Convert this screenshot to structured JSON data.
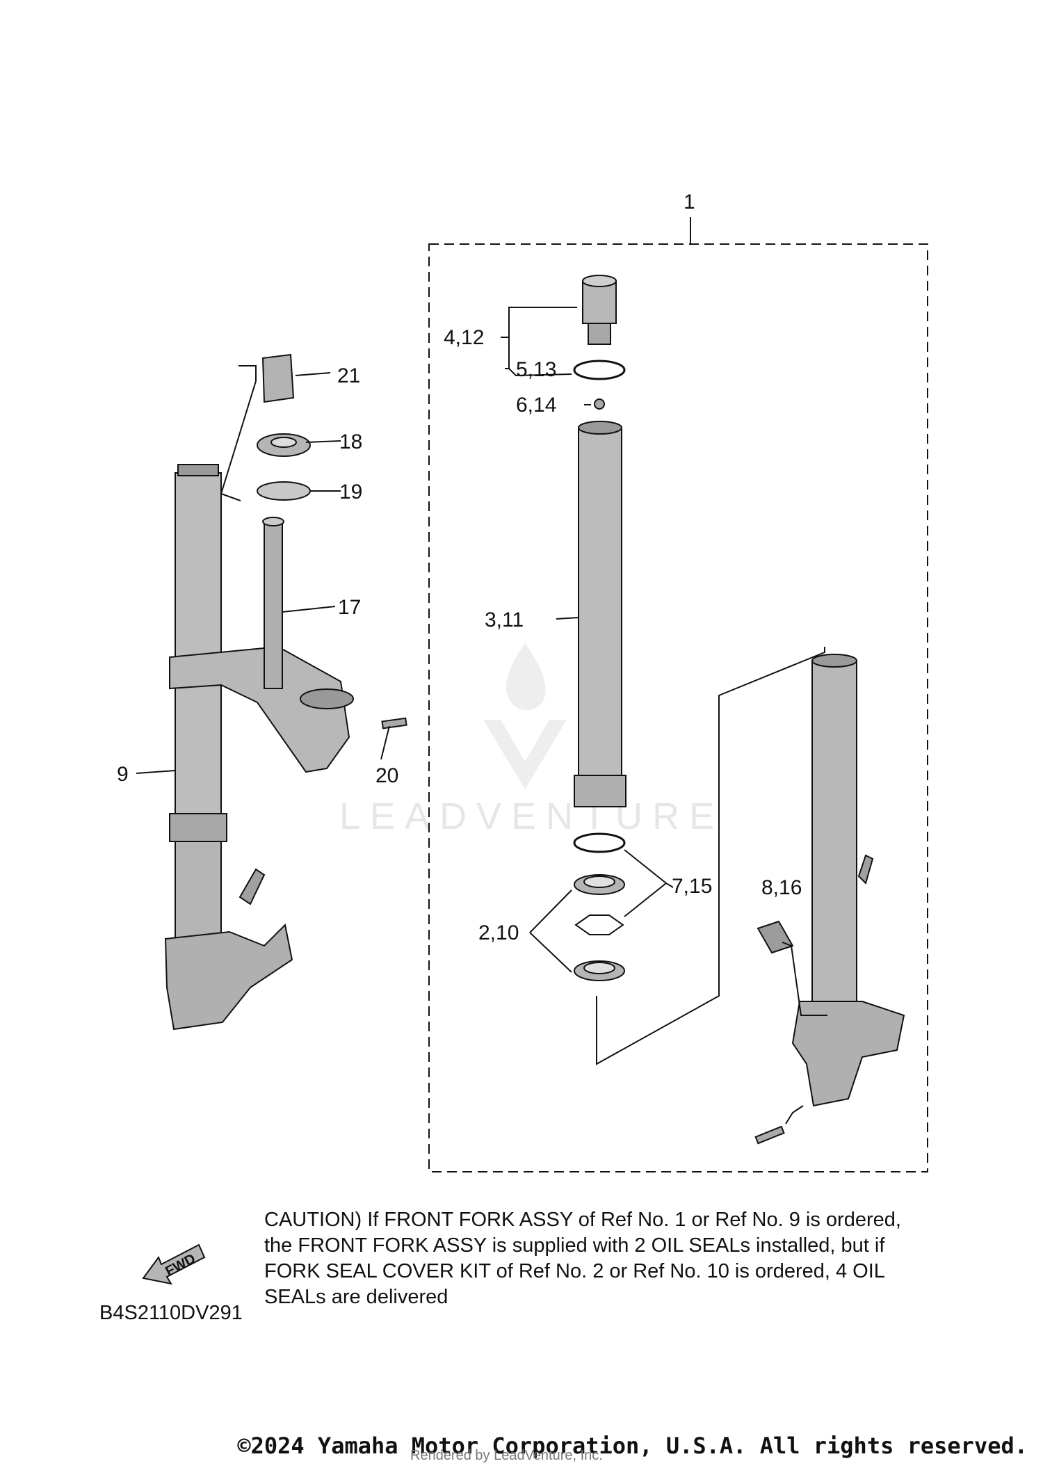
{
  "diagram": {
    "callouts": {
      "assy": "1",
      "cap": "4,12",
      "oring": "5,13",
      "nut": "6,14",
      "outer_tube": "3,11",
      "seal_kit": "2,10",
      "seals": "7,15",
      "label_plate": "8,16",
      "left_fork": "9",
      "stem": "17",
      "bearing_race": "18",
      "bearing": "19",
      "bolt": "20",
      "cover": "21"
    },
    "caution_lines": [
      "CAUTION) If FRONT FORK ASSY of Ref No. 1 or Ref No. 9 is ordered,",
      "the FRONT FORK ASSY is supplied with 2 OIL SEALs installed, but if",
      "FORK SEAL COVER KIT of Ref No. 2 or Ref No. 10 is ordered, 4 OIL",
      "SEALs are delivered"
    ],
    "fwd_label": "FWD",
    "diagram_code": "B4S2110DV291",
    "watermark": "LEADVENTURE",
    "copyright": "©2024 Yamaha Motor Corporation, U.S.A. All rights reserved.",
    "rendered_by": "Rendered by LeadVenture, Inc."
  },
  "colors": {
    "part_fill": "#bdbdbd",
    "part_dark": "#8c8c8c",
    "line": "#111111",
    "watermark": "#e6e6e6"
  }
}
